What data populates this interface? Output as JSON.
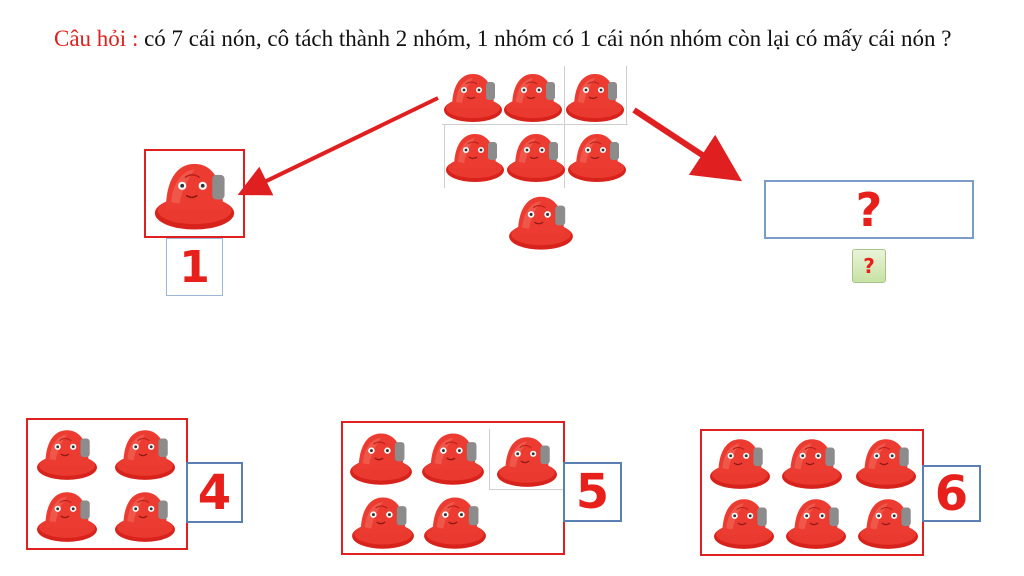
{
  "question": {
    "prefix": "Câu hỏi :",
    "text": " có 7 cái nón, cô tách thành 2 nhóm, 1 nhóm có 1 cái nón nhóm còn lại có mấy cái nón ?"
  },
  "center_group": {
    "hat_count": 7
  },
  "left_group": {
    "hat_count": 1,
    "number": "1"
  },
  "right_group": {
    "answer_box": "?",
    "hint_button": "?"
  },
  "options": [
    {
      "hat_count": 4,
      "number": "4"
    },
    {
      "hat_count": 5,
      "number": "5"
    },
    {
      "hat_count": 6,
      "number": "6"
    }
  ],
  "colors": {
    "hat": "#e8322b",
    "frame_red": "#e02020",
    "frame_blue": "#5b7fb3",
    "arrow": "#e02020",
    "number": "#e8201c"
  }
}
